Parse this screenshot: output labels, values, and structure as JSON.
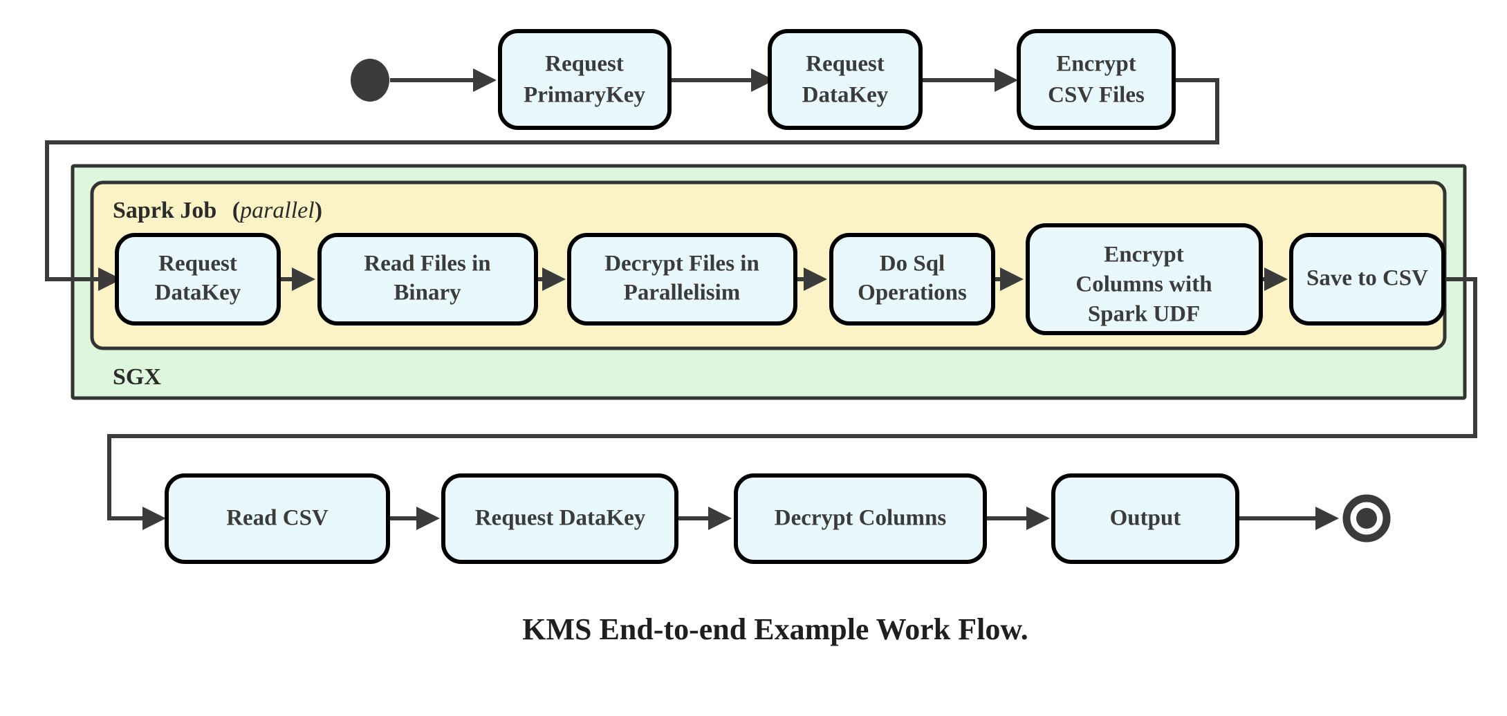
{
  "caption": "KMS End-to-end Example Work Flow.",
  "colors": {
    "node_fill": "#e8f8fd",
    "node_stroke": "#000000",
    "sgx_fill": "#ddf6dd",
    "spark_fill": "#fbf3c5",
    "container_stroke": "#333333",
    "wire": "#3b3b3b",
    "text": "#3b3b3b",
    "page_background": "#ffffff"
  },
  "containers": {
    "sgx": {
      "label": "SGX"
    },
    "spark": {
      "label": "Saprk Job",
      "note": "(parallel)",
      "note_open": "(",
      "note_word": "parallel",
      "note_close": ")"
    }
  },
  "markers": {
    "start": "start-node",
    "end": "end-node"
  },
  "rows": {
    "top": {
      "nodes": [
        {
          "id": "request-primarykey",
          "lines": [
            "Request",
            "PrimaryKey"
          ]
        },
        {
          "id": "request-datakey-top",
          "lines": [
            "Request",
            "DataKey"
          ]
        },
        {
          "id": "encrypt-csv-files",
          "lines": [
            "Encrypt",
            "CSV Files"
          ]
        }
      ]
    },
    "middle": {
      "nodes": [
        {
          "id": "request-datakey-spark",
          "lines": [
            "Request",
            "DataKey"
          ]
        },
        {
          "id": "read-files-in-binary",
          "lines": [
            "Read Files in",
            "Binary"
          ]
        },
        {
          "id": "decrypt-files-in-parallelisim",
          "lines": [
            "Decrypt Files in",
            "Parallelisim"
          ]
        },
        {
          "id": "do-sql-operations",
          "lines": [
            "Do Sql",
            "Operations"
          ]
        },
        {
          "id": "encrypt-columns-with-spark-udf",
          "lines": [
            "Encrypt",
            "Columns with",
            "Spark UDF"
          ]
        },
        {
          "id": "save-to-csv",
          "lines": [
            "Save to CSV"
          ]
        }
      ]
    },
    "bottom": {
      "nodes": [
        {
          "id": "read-csv",
          "lines": [
            "Read CSV"
          ]
        },
        {
          "id": "request-datakey-bottom",
          "lines": [
            "Request DataKey"
          ]
        },
        {
          "id": "decrypt-columns",
          "lines": [
            "Decrypt Columns"
          ]
        },
        {
          "id": "output",
          "lines": [
            "Output"
          ]
        }
      ]
    }
  }
}
